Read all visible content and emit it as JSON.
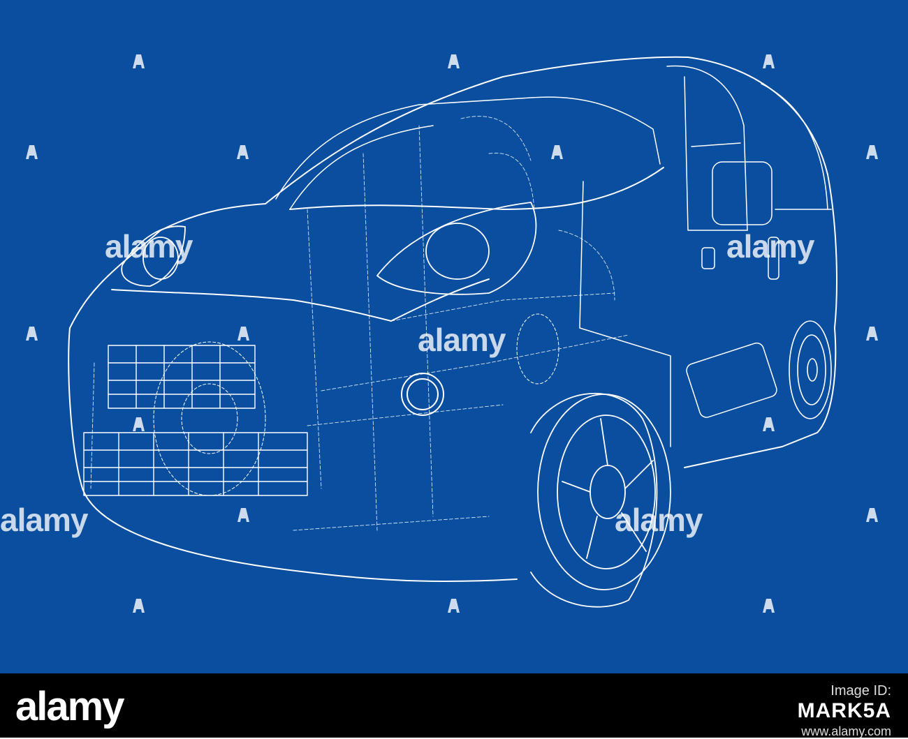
{
  "watermark": {
    "text": "alamy",
    "color": "#ffffff"
  },
  "colors": {
    "background": "#0a4e9f",
    "line": "#ffffff",
    "footer": "#000000"
  },
  "footer": {
    "logo": "alamy",
    "image_id_label": "Image ID:",
    "image_id": "MARK5A",
    "url": "www.alamy.com"
  }
}
